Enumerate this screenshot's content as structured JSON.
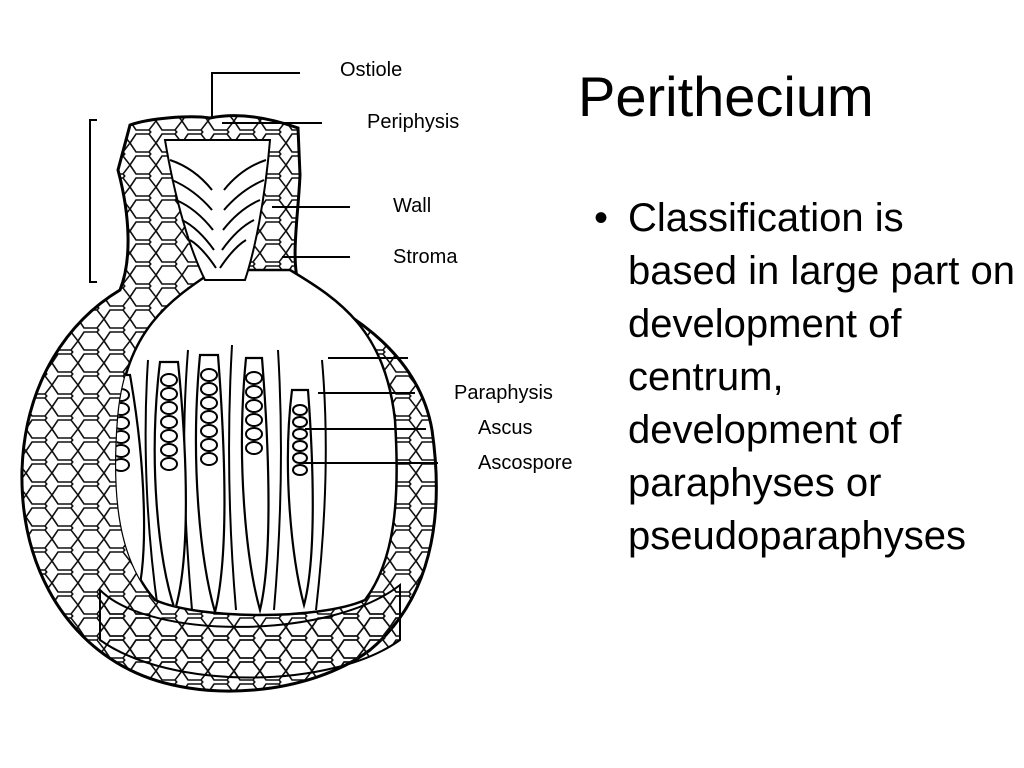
{
  "slide": {
    "title": "Perithecium",
    "bullets": [
      "Classification is based in large part on development of centrum, development of paraphyses or pseudoparaphyses"
    ]
  },
  "diagram": {
    "labels": {
      "ostiole": "Ostiole",
      "periphysis": "Periphysis",
      "wall": "Wall",
      "stroma": "Stroma",
      "paraphysis": "Paraphysis",
      "ascus": "Ascus",
      "ascospore": "Ascospore"
    }
  }
}
